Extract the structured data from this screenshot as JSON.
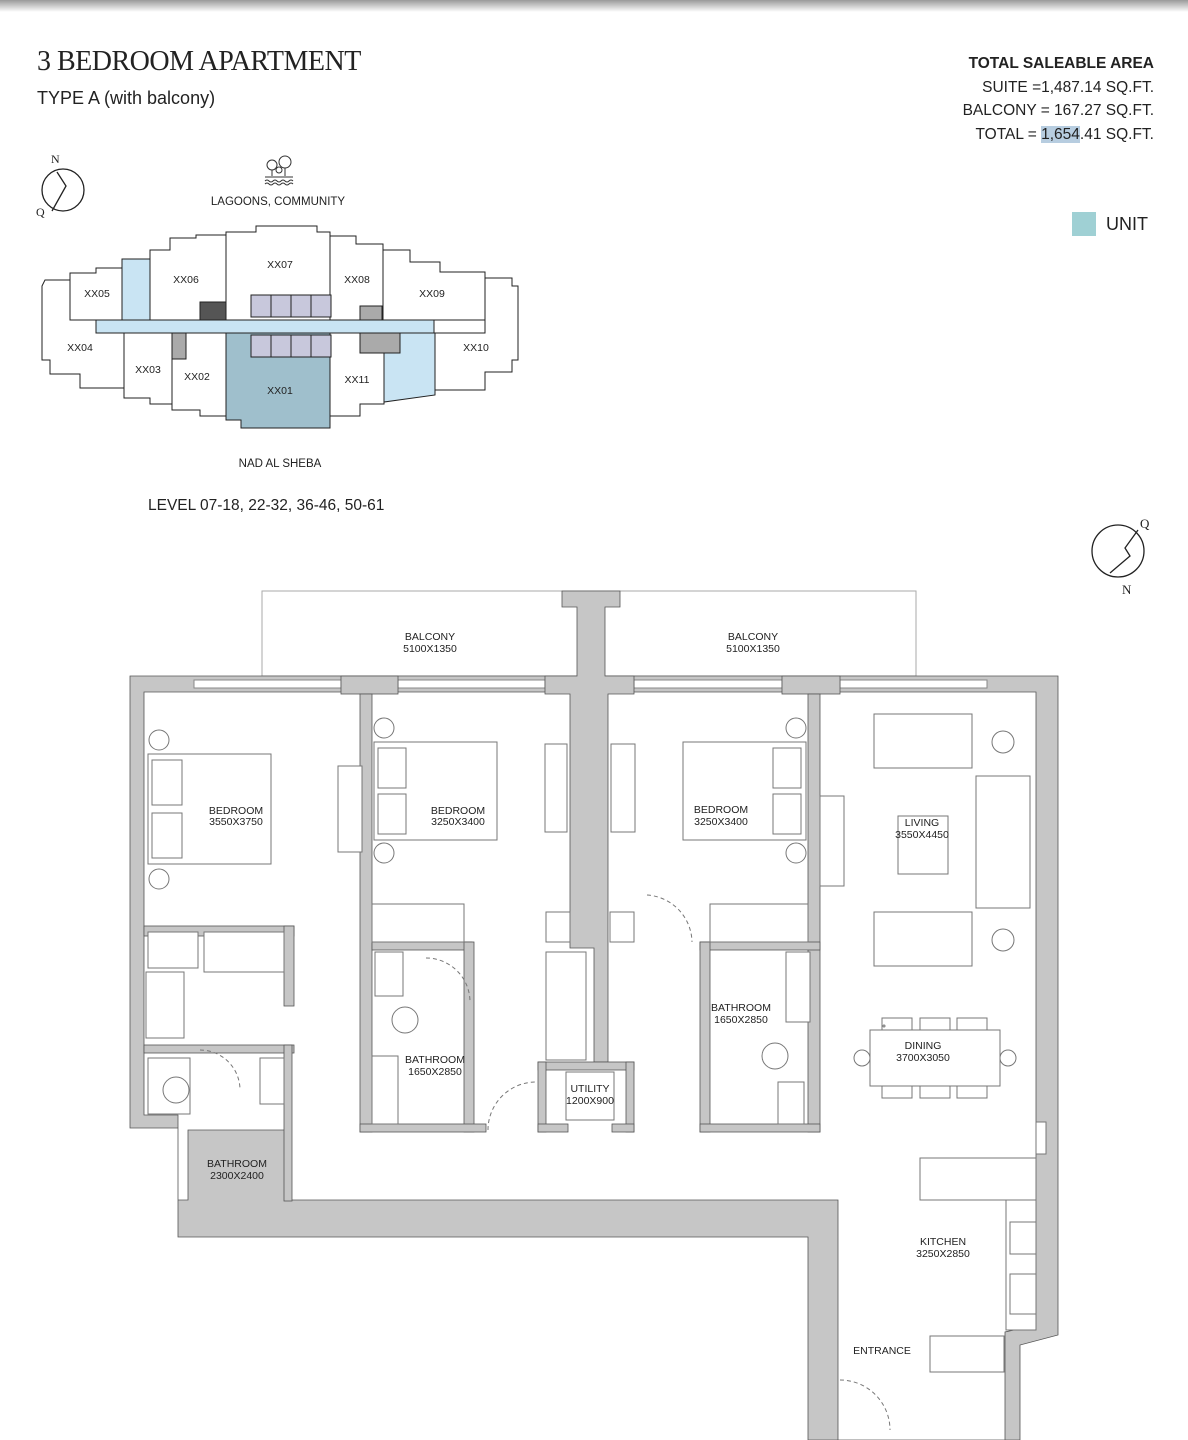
{
  "header": {
    "title": "3 BEDROOM APARTMENT",
    "subtitle": "TYPE A (with balcony)"
  },
  "area": {
    "heading": "TOTAL SALEABLE AREA",
    "suite": "SUITE =1,487.14 SQ.FT.",
    "balcony": "BALCONY = 167.27 SQ.FT.",
    "total_prefix": "TOTAL = ",
    "total_highlight": "1,654",
    "total_suffix": ".41 SQ.FT."
  },
  "legend": {
    "unit_label": "UNIT",
    "unit_color": "#9fd0d4"
  },
  "key_plan": {
    "north": "N",
    "q": "Q",
    "top_label": "LAGOONS, COMMUNITY",
    "bottom_label": "NAD AL SHEBA",
    "units": [
      "XX01",
      "XX02",
      "XX03",
      "XX04",
      "XX05",
      "XX06",
      "XX07",
      "XX08",
      "XX09",
      "XX10",
      "XX11"
    ]
  },
  "levels": "LEVEL 07-18, 22-32, 36-46, 50-61",
  "plan": {
    "compass_n": "N",
    "compass_q": "Q",
    "rooms": [
      {
        "name": "BALCONY",
        "dim": "5100X1350"
      },
      {
        "name": "BALCONY",
        "dim": "5100X1350"
      },
      {
        "name": "BEDROOM",
        "dim": "3550X3750"
      },
      {
        "name": "BEDROOM",
        "dim": "3250X3400"
      },
      {
        "name": "BEDROOM",
        "dim": "3250X3400"
      },
      {
        "name": "LIVING",
        "dim": "3550X4450"
      },
      {
        "name": "DINING",
        "dim": "3700X3050"
      },
      {
        "name": "BATHROOM",
        "dim": "1650X2850"
      },
      {
        "name": "BATHROOM",
        "dim": "1650X2850"
      },
      {
        "name": "UTILITY",
        "dim": "1200X900"
      },
      {
        "name": "BATHROOM",
        "dim": "2300X2400"
      },
      {
        "name": "KITCHEN",
        "dim": "3250X2850"
      },
      {
        "name": "ENTRANCE",
        "dim": ""
      }
    ]
  }
}
